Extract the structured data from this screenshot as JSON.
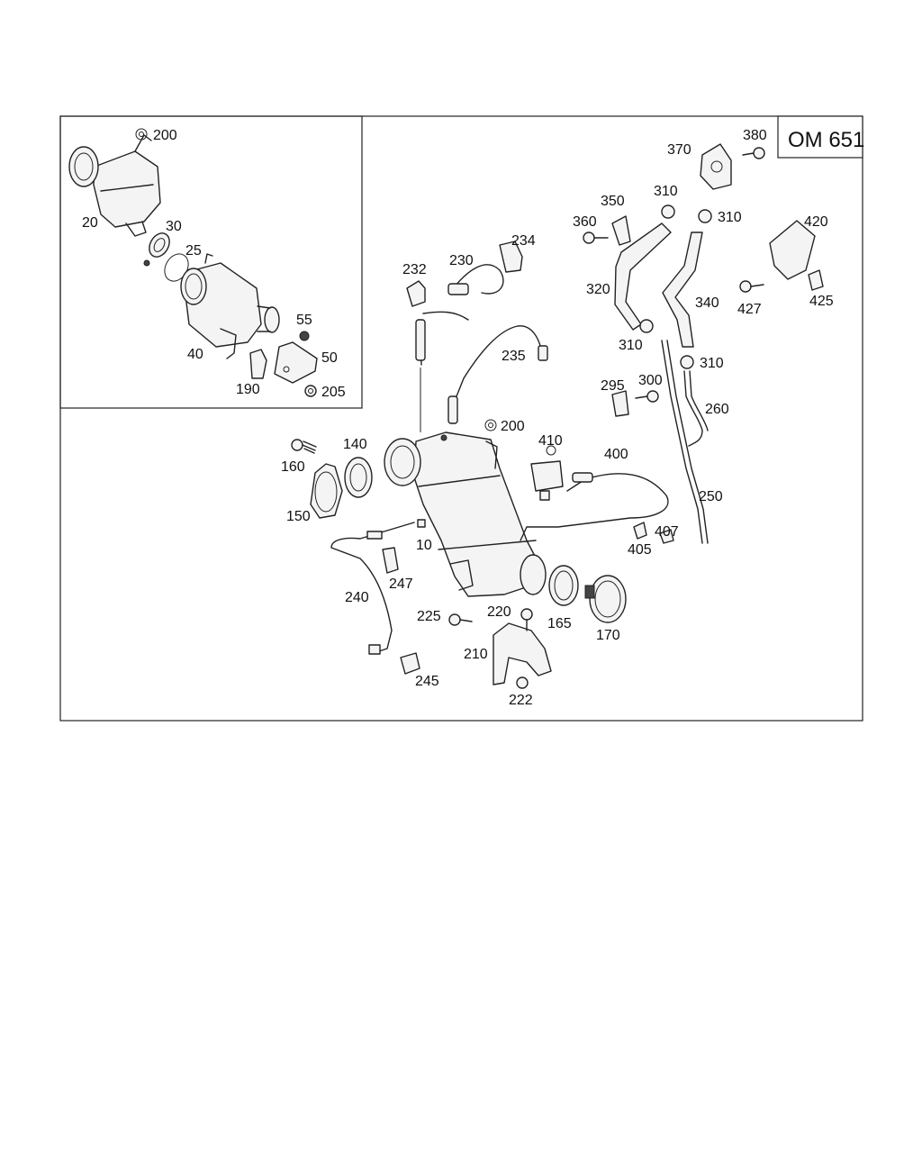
{
  "engine_label": "OM 651",
  "callouts": {
    "c10": "10",
    "c20": "20",
    "c25": "25",
    "c30": "30",
    "c40": "40",
    "c50": "50",
    "c55": "55",
    "c140": "140",
    "c150": "150",
    "c160": "160",
    "c165": "165",
    "c170": "170",
    "c190": "190",
    "c200a": "200",
    "c200b": "200",
    "c205": "205",
    "c210": "210",
    "c220": "220",
    "c222": "222",
    "c225": "225",
    "c230": "230",
    "c232": "232",
    "c234": "234",
    "c235": "235",
    "c240": "240",
    "c245": "245",
    "c247": "247",
    "c250": "250",
    "c260": "260",
    "c295": "295",
    "c300": "300",
    "c310a": "310",
    "c310b": "310",
    "c310c": "310",
    "c310d": "310",
    "c320": "320",
    "c340": "340",
    "c350": "350",
    "c360": "360",
    "c370": "370",
    "c380": "380",
    "c400": "400",
    "c405": "405",
    "c407": "407",
    "c410": "410",
    "c420": "420",
    "c425": "425",
    "c427": "427"
  }
}
